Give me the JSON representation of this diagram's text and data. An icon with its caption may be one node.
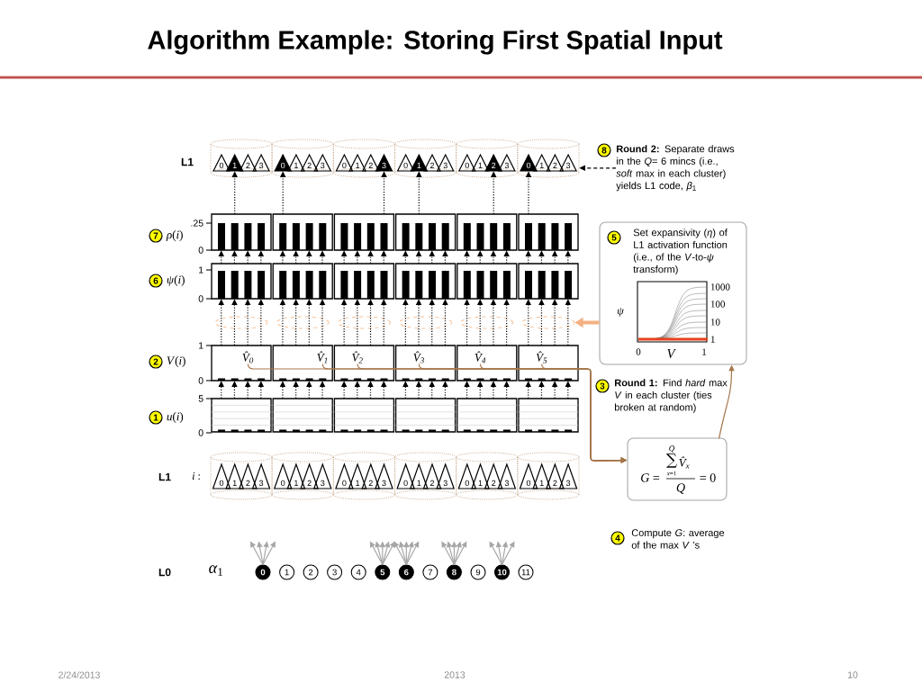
{
  "diagram": {
    "title": "Algorithm Example: Storing First Spatial Input",
    "nodes": [
      {
        "text": [],
        "shape": "cylinder"
      },
      {
        "text": [],
        "shape": "cylinder"
      },
      {
        "text": [],
        "shape": "cylinder"
      },
      {
        "text": [],
        "shape": "cylinder"
      },
      {
        "text": [],
        "shape": "cylinder"
      },
      {
        "text": [],
        "shape": "cylinder"
      },
      {
        "text": [
          "0"
        ],
        "in": 0
      },
      {
        "text": [
          "1"
        ],
        "in": 0
      },
      {
        "text": [
          "2"
        ],
        "in": 0
      },
      {
        "text": [
          "3"
        ],
        "in": 0
      },
      {
        "text": [
          "0"
        ],
        "in": 1
      },
      {
        "text": [
          "1"
        ],
        "in": 1
      },
      {
        "text": [
          "2"
        ],
        "in": 1
      },
      {
        "text": [
          "3"
        ],
        "in": 1
      },
      {
        "text": [
          "0"
        ],
        "in": 2
      },
      {
        "text": [
          "1"
        ],
        "in": 2
      },
      {
        "text": [
          "2"
        ],
        "in": 2
      },
      {
        "text": [
          "3"
        ],
        "in": 2
      },
      {
        "text": [
          "0"
        ],
        "in": 3
      },
      {
        "text": [
          "1"
        ],
        "in": 3
      },
      {
        "text": [
          "2"
        ],
        "in": 3
      },
      {
        "text": [
          "3"
        ],
        "in": 3
      },
      {
        "text": [
          "0"
        ],
        "in": 4
      },
      {
        "text": [
          "1"
        ],
        "in": 4
      },
      {
        "text": [
          "2"
        ],
        "in": 4
      },
      {
        "text": [
          "3"
        ],
        "in": 4
      },
      {
        "text": [
          "0"
        ],
        "in": 5
      },
      {
        "text": [
          "1"
        ],
        "in": 5
      },
      {
        "text": [
          "2"
        ],
        "in": 5
      },
      {
        "text": [
          "3"
        ],
        "in": 5
      },
      {
        "text": [
          "8"
        ]
      },
      {
        "text": [
          "**Round 2:** Separate draws in the *Q*= 6 mincs (i.e., *soft* max in each cluster) yields L1 code, *β*$_{1}$"
        ]
      },
      {
        "text": [
          "7"
        ],
        "beside": [
          "*ρ*(*i*)"
        ]
      },
      {
        "text": [],
        "shape": "box"
      },
      {
        "text": [],
        "shape": "box"
      },
      {
        "text": [],
        "shape": "box"
      },
      {
        "text": [],
        "shape": "box"
      },
      {
        "text": [],
        "shape": "box"
      },
      {
        "text": [],
        "shape": "box"
      },
      {
        "text": [
          "6"
        ],
        "beside": [
          "*ψ*(*i*)"
        ]
      },
      {
        "text": [],
        "shape": "box"
      },
      {
        "text": [],
        "shape": "box"
      },
      {
        "text": [],
        "shape": "box"
      },
      {
        "text": [],
        "shape": "box"
      },
      {
        "text": [],
        "shape": "box"
      },
      {
        "text": [],
        "shape": "box"
      },
      {
        "text": [
          "Set expansivity (*η*) of L1 activation function (i.e., of the *V*-to-*ψ* transform)"
        ]
      },
      {
        "text": [
          "5"
        ],
        "in": 46
      },
      {
        "text": [],
        "shape": "ellipse"
      },
      {
        "text": [],
        "shape": "ellipse"
      },
      {
        "text": [],
        "shape": "ellipse"
      },
      {
        "text": [],
        "shape": "ellipse"
      },
      {
        "text": [],
        "shape": "ellipse"
      },
      {
        "text": [],
        "shape": "ellipse"
      },
      {
        "text": [
          "2"
        ],
        "beside": [
          "*V*(*i*)"
        ]
      },
      {
        "text": [],
        "shape": "box"
      },
      {
        "text": [],
        "shape": "box"
      },
      {
        "text": [],
        "shape": "box"
      },
      {
        "text": [],
        "shape": "box"
      },
      {
        "text": [],
        "shape": "box"
      },
      {
        "text": [],
        "shape": "box"
      },
      {
        "text": [
          "V̂$_{0}$"
        ],
        "in": 55
      },
      {
        "text": [
          "V̂$_{1}$"
        ],
        "in": 56
      },
      {
        "text": [
          "V̂$_{2}$"
        ],
        "in": 57
      },
      {
        "text": [
          "V̂$_{3}$"
        ],
        "in": 58
      },
      {
        "text": [
          "V̂$_{4}$"
        ],
        "in": 59
      },
      {
        "text": [
          "V̂$_{5}$"
        ],
        "in": 60
      },
      {
        "text": [
          "3"
        ],
        "beside": [
          "**Round 1:** Find *hard* max *V* in each cluster (ties broken at random)"
        ]
      },
      {
        "text": [
          "1"
        ],
        "beside": [
          "*u*(*i*)"
        ]
      },
      {
        "text": [],
        "shape": "box"
      },
      {
        "text": [],
        "shape": "box"
      },
      {
        "text": [],
        "shape": "box"
      },
      {
        "text": [],
        "shape": "box"
      },
      {
        "text": [],
        "shape": "box"
      },
      {
        "text": [],
        "shape": "box"
      },
      {
        "text": [
          "Q",
          "∑",
          "V̂$_{x}$",
          "*x*=1",
          "*G* =",
          "= 0",
          "Q"
        ]
      },
      {
        "text": [],
        "shape": "cylinder"
      },
      {
        "text": [],
        "shape": "cylinder"
      },
      {
        "text": [],
        "shape": "cylinder"
      },
      {
        "text": [],
        "shape": "cylinder"
      },
      {
        "text": [],
        "shape": "cylinder"
      },
      {
        "text": [],
        "shape": "cylinder"
      },
      {
        "text": [
          "0"
        ],
        "in": 76
      },
      {
        "text": [
          "1"
        ],
        "in": 76
      },
      {
        "text": [
          "2"
        ],
        "in": 76
      },
      {
        "text": [
          "3"
        ],
        "in": 76
      },
      {
        "text": [
          "0"
        ],
        "in": 77
      },
      {
        "text": [
          "1"
        ],
        "in": 77
      },
      {
        "text": [
          "2"
        ],
        "in": 77
      },
      {
        "text": [
          "3"
        ],
        "in": 77
      },
      {
        "text": [
          "0"
        ],
        "in": 78
      },
      {
        "text": [
          "1"
        ],
        "in": 78
      },
      {
        "text": [
          "2"
        ],
        "in": 78
      },
      {
        "text": [
          "3"
        ],
        "in": 78
      },
      {
        "text": [
          "0"
        ],
        "in": 79
      },
      {
        "text": [
          "1"
        ],
        "in": 79
      },
      {
        "text": [
          "2"
        ],
        "in": 79
      },
      {
        "text": [
          "3"
        ],
        "in": 79
      },
      {
        "text": [
          "0"
        ],
        "in": 80
      },
      {
        "text": [
          "1"
        ],
        "in": 80
      },
      {
        "text": [
          "2"
        ],
        "in": 80
      },
      {
        "text": [
          "3"
        ],
        "in": 80
      },
      {
        "text": [
          "0"
        ],
        "in": 81
      },
      {
        "text": [
          "1"
        ],
        "in": 81
      },
      {
        "text": [
          "2"
        ],
        "in": 81
      },
      {
        "text": [
          "3"
        ],
        "in": 81
      },
      {
        "text": [
          "4"
        ],
        "beside": [
          "Compute *G*: average of the max *V* ’s"
        ]
      },
      {
        "text": [
          "0"
        ]
      },
      {
        "text": [
          "1"
        ]
      },
      {
        "text": [
          "2"
        ]
      },
      {
        "text": [
          "3"
        ]
      },
      {
        "text": [
          "4"
        ]
      },
      {
        "text": [
          "5"
        ]
      },
      {
        "text": [
          "6"
        ]
      },
      {
        "text": [
          "7"
        ]
      },
      {
        "text": [
          "8"
        ]
      },
      {
        "text": [
          "9"
        ]
      },
      {
        "text": [
          "10"
        ]
      },
      {
        "text": [
          "11"
        ]
      }
    ],
    "edges": [
      {
        "from": 31,
        "to": 5,
        "arrow": "to",
        "style": "dashed"
      },
      {
        "from": 33,
        "to": 7,
        "arrow": "to",
        "style": "dashed"
      },
      {
        "from": 34,
        "to": 10,
        "arrow": "to",
        "style": "dashed"
      },
      {
        "from": 35,
        "to": 17,
        "arrow": "to",
        "style": "dashed"
      },
      {
        "from": 36,
        "to": 19,
        "arrow": "to",
        "style": "dashed"
      },
      {
        "from": 37,
        "to": 24,
        "arrow": "to",
        "style": "dashed"
      },
      {
        "from": 38,
        "to": 26,
        "arrow": "to",
        "style": "dashed"
      },
      {
        "from": 40,
        "to": 33,
        "arrow": "to",
        "style": "dashed"
      },
      {
        "from": 40,
        "to": 33,
        "arrow": "to",
        "style": "dashed"
      },
      {
        "from": 40,
        "to": 33,
        "arrow": "to",
        "style": "dashed"
      },
      {
        "from": 40,
        "to": 33,
        "arrow": "to",
        "style": "dashed"
      },
      {
        "from": 41,
        "to": 34,
        "arrow": "to",
        "style": "dashed"
      },
      {
        "from": 41,
        "to": 34,
        "arrow": "to",
        "style": "dashed"
      },
      {
        "from": 41,
        "to": 34,
        "arrow": "to",
        "style": "dashed"
      },
      {
        "from": 41,
        "to": 34,
        "arrow": "to",
        "style": "dashed"
      },
      {
        "from": 42,
        "to": 35,
        "arrow": "to",
        "style": "dashed"
      },
      {
        "from": 42,
        "to": 35,
        "arrow": "to",
        "style": "dashed"
      },
      {
        "from": 42,
        "to": 35,
        "arrow": "to",
        "style": "dashed"
      },
      {
        "from": 42,
        "to": 35,
        "arrow": "to",
        "style": "dashed"
      },
      {
        "from": 43,
        "to": 36,
        "arrow": "to",
        "style": "dashed"
      },
      {
        "from": 43,
        "to": 36,
        "arrow": "to",
        "style": "dashed"
      },
      {
        "from": 43,
        "to": 36,
        "arrow": "to",
        "style": "dashed"
      },
      {
        "from": 43,
        "to": 36,
        "arrow": "to",
        "style": "dashed"
      },
      {
        "from": 44,
        "to": 37,
        "arrow": "to",
        "style": "dashed"
      },
      {
        "from": 44,
        "to": 37,
        "arrow": "to",
        "style": "dashed"
      },
      {
        "from": 44,
        "to": 37,
        "arrow": "to",
        "style": "dashed"
      },
      {
        "from": 44,
        "to": 37,
        "arrow": "to",
        "style": "dashed"
      },
      {
        "from": 45,
        "to": 38,
        "arrow": "to",
        "style": "dashed"
      },
      {
        "from": 45,
        "to": 38,
        "arrow": "to",
        "style": "dashed"
      },
      {
        "from": 45,
        "to": 38,
        "arrow": "to",
        "style": "dashed"
      },
      {
        "from": 45,
        "to": 38,
        "arrow": "to",
        "style": "dashed"
      },
      {
        "from": 55,
        "to": 40,
        "arrow": "to",
        "style": "dashed"
      },
      {
        "from": 55,
        "to": 40,
        "arrow": "to",
        "style": "dashed"
      },
      {
        "from": 55,
        "to": 40,
        "arrow": "to",
        "style": "dashed"
      },
      {
        "from": 55,
        "to": 40,
        "arrow": "to",
        "style": "dashed"
      },
      {
        "from": 56,
        "to": 41,
        "arrow": "to",
        "style": "dashed"
      },
      {
        "from": 56,
        "to": 41,
        "arrow": "to",
        "style": "dashed"
      },
      {
        "from": 56,
        "to": 41,
        "arrow": "to",
        "style": "dashed"
      },
      {
        "from": 56,
        "to": 41,
        "arrow": "to",
        "style": "dashed"
      },
      {
        "from": 57,
        "to": 42,
        "arrow": "to",
        "style": "dashed"
      },
      {
        "from": 57,
        "to": 42,
        "arrow": "to",
        "style": "dashed"
      },
      {
        "from": 57,
        "to": 42,
        "arrow": "to",
        "style": "dashed"
      },
      {
        "from": 57,
        "to": 42,
        "arrow": "to",
        "style": "dashed"
      },
      {
        "from": 58,
        "to": 43,
        "arrow": "to",
        "style": "dashed"
      },
      {
        "from": 58,
        "to": 43,
        "arrow": "to",
        "style": "dashed"
      },
      {
        "from": 58,
        "to": 43,
        "arrow": "to",
        "style": "dashed"
      },
      {
        "from": 58,
        "to": 43,
        "arrow": "to",
        "style": "dashed"
      },
      {
        "from": 59,
        "to": 44,
        "arrow": "to",
        "style": "dashed"
      },
      {
        "from": 59,
        "to": 44,
        "arrow": "to",
        "style": "dashed"
      },
      {
        "from": 59,
        "to": 44,
        "arrow": "to",
        "style": "dashed"
      },
      {
        "from": 59,
        "to": 44,
        "arrow": "to",
        "style": "dashed"
      },
      {
        "from": 60,
        "to": 45,
        "arrow": "to",
        "style": "dashed"
      },
      {
        "from": 60,
        "to": 45,
        "arrow": "to",
        "style": "dashed"
      },
      {
        "from": 60,
        "to": 45,
        "arrow": "to",
        "style": "dashed"
      },
      {
        "from": 60,
        "to": 45,
        "arrow": "to",
        "style": "dashed"
      },
      {
        "from": 69,
        "to": 55,
        "arrow": "to",
        "style": "dashed"
      },
      {
        "from": 69,
        "to": 55,
        "arrow": "to",
        "style": "dashed"
      },
      {
        "from": 69,
        "to": 55,
        "arrow": "to",
        "style": "dashed"
      },
      {
        "from": 69,
        "to": 55,
        "arrow": "to",
        "style": "dashed"
      },
      {
        "from": 70,
        "to": 56,
        "arrow": "to",
        "style": "dashed"
      },
      {
        "from": 70,
        "to": 56,
        "arrow": "to",
        "style": "dashed"
      },
      {
        "from": 70,
        "to": 56,
        "arrow": "to",
        "style": "dashed"
      },
      {
        "from": 70,
        "to": 56,
        "arrow": "to",
        "style": "dashed"
      },
      {
        "from": 71,
        "to": 57,
        "arrow": "to",
        "style": "dashed"
      },
      {
        "from": 71,
        "to": 57,
        "arrow": "to",
        "style": "dashed"
      },
      {
        "from": 71,
        "to": 57,
        "arrow": "to",
        "style": "dashed"
      },
      {
        "from": 71,
        "to": 57,
        "arrow": "to",
        "style": "dashed"
      },
      {
        "from": 72,
        "to": 58,
        "arrow": "to",
        "style": "dashed"
      },
      {
        "from": 72,
        "to": 58,
        "arrow": "to",
        "style": "dashed"
      },
      {
        "from": 72,
        "to": 58,
        "arrow": "to",
        "style": "dashed"
      },
      {
        "from": 72,
        "to": 58,
        "arrow": "to",
        "style": "dashed"
      },
      {
        "from": 73,
        "to": 59,
        "arrow": "to",
        "style": "dashed"
      },
      {
        "from": 73,
        "to": 59,
        "arrow": "to",
        "style": "dashed"
      },
      {
        "from": 73,
        "to": 59,
        "arrow": "to",
        "style": "dashed"
      },
      {
        "from": 73,
        "to": 59,
        "arrow": "to",
        "style": "dashed"
      },
      {
        "from": 74,
        "to": 60,
        "arrow": "to",
        "style": "dashed"
      },
      {
        "from": 74,
        "to": 60,
        "arrow": "to",
        "style": "dashed"
      },
      {
        "from": 74,
        "to": 60,
        "arrow": "to",
        "style": "dashed"
      },
      {
        "from": 74,
        "to": 60,
        "arrow": "to",
        "style": "dashed"
      },
      {
        "from": 61,
        "to": 75,
        "arrow": "to",
        "color": "#a5764b"
      },
      {
        "from": 62,
        "to": 75,
        "arrow": "to",
        "color": "#a5764b"
      },
      {
        "from": 63,
        "to": 75,
        "arrow": "to",
        "color": "#a5764b"
      },
      {
        "from": 64,
        "to": 75,
        "arrow": "to",
        "color": "#a5764b"
      },
      {
        "from": 65,
        "to": 75,
        "arrow": "to",
        "color": "#a5764b"
      },
      {
        "from": 66,
        "to": 75,
        "arrow": "to",
        "color": "#a5764b"
      },
      {
        "from": 75,
        "to": 46,
        "arrow": "to",
        "color": "#a5764b"
      },
      {
        "from": 46,
        "to": 53,
        "arrow": "to",
        "style": "thick",
        "color": "#f4b183"
      },
      {
        "from": 107,
        "to": null,
        "arrow": "to",
        "color": "#a6a6a6"
      },
      {
        "from": 107,
        "to": null,
        "arrow": "to",
        "color": "#a6a6a6"
      },
      {
        "from": 107,
        "to": null,
        "arrow": "to",
        "color": "#a6a6a6"
      },
      {
        "from": 107,
        "to": null,
        "arrow": "to",
        "color": "#a6a6a6"
      },
      {
        "from": 112,
        "to": null,
        "arrow": "to",
        "color": "#a6a6a6"
      },
      {
        "from": 112,
        "to": null,
        "arrow": "to",
        "color": "#a6a6a6"
      },
      {
        "from": 112,
        "to": null,
        "arrow": "to",
        "color": "#a6a6a6"
      },
      {
        "from": 112,
        "to": null,
        "arrow": "to",
        "color": "#a6a6a6"
      },
      {
        "from": 112,
        "to": null,
        "arrow": "to",
        "color": "#a6a6a6"
      },
      {
        "from": 113,
        "to": null,
        "arrow": "to",
        "color": "#a6a6a6"
      },
      {
        "from": 113,
        "to": null,
        "arrow": "to",
        "color": "#a6a6a6"
      },
      {
        "from": 113,
        "to": null,
        "arrow": "to",
        "color": "#a6a6a6"
      },
      {
        "from": 113,
        "to": null,
        "arrow": "to",
        "color": "#a6a6a6"
      },
      {
        "from": 113,
        "to": null,
        "arrow": "to",
        "color": "#a6a6a6"
      },
      {
        "from": 115,
        "to": null,
        "arrow": "to",
        "color": "#a6a6a6"
      },
      {
        "from": 115,
        "to": null,
        "arrow": "to",
        "color": "#a6a6a6"
      },
      {
        "from": 115,
        "to": null,
        "arrow": "to",
        "color": "#a6a6a6"
      },
      {
        "from": 115,
        "to": null,
        "arrow": "to",
        "color": "#a6a6a6"
      },
      {
        "from": 115,
        "to": null,
        "arrow": "to",
        "color": "#a6a6a6"
      },
      {
        "from": 117,
        "to": null,
        "arrow": "to",
        "color": "#a6a6a6"
      },
      {
        "from": 117,
        "to": null,
        "arrow": "to",
        "color": "#a6a6a6"
      },
      {
        "from": 117,
        "to": null,
        "arrow": "to",
        "color": "#a6a6a6"
      },
      {
        "from": 117,
        "to": null,
        "arrow": "to",
        "color": "#a6a6a6"
      }
    ],
    "labels": [
      "L1",
      ".25",
      "0",
      "1",
      "0",
      "1",
      "0",
      "5",
      "0",
      "L1",
      "*i* :",
      "L0",
      "*α*$_{1}$",
      "ψ",
      "1000",
      "100",
      "10",
      "1",
      "0",
      "V",
      "1",
      "2/24/2013",
      "2013",
      "10"
    ]
  }
}
